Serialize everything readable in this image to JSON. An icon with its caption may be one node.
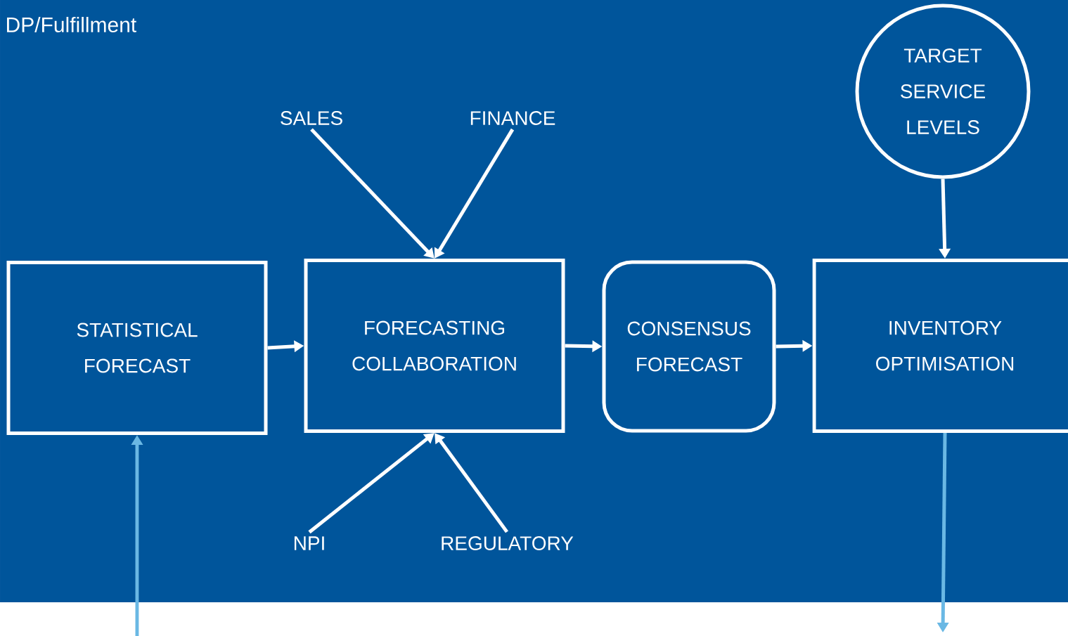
{
  "diagram": {
    "title": "DP/Fulfillment",
    "nodes": [
      {
        "text": [
          "STATISTICAL FORECAST"
        ]
      },
      {
        "text": [
          "FORECASTING COLLABORATION"
        ]
      },
      {
        "text": [
          "CONSENSUS FORECAST"
        ]
      },
      {
        "text": [
          "INVENTORY OPTIMISATION"
        ]
      },
      {
        "text": [
          "TARGET SERVICE LEVELS"
        ]
      },
      {
        "text": [
          "SALES"
        ]
      },
      {
        "text": [
          "FINANCE"
        ]
      },
      {
        "text": [
          "NPI"
        ]
      },
      {
        "text": [
          "REGULATORY"
        ]
      }
    ],
    "edges": [
      {
        "from": 0,
        "to": 1,
        "arrow": "to"
      },
      {
        "from": 1,
        "to": 2,
        "arrow": "to"
      },
      {
        "from": 2,
        "to": 3,
        "arrow": "to"
      },
      {
        "from": 4,
        "to": 3,
        "arrow": "to"
      },
      {
        "from": 5,
        "to": 1,
        "arrow": "to"
      },
      {
        "from": 6,
        "to": 1,
        "arrow": "to"
      },
      {
        "from": 7,
        "to": 1,
        "arrow": "to"
      },
      {
        "from": 8,
        "to": 1,
        "arrow": "to"
      },
      {
        "from": null,
        "to": 0,
        "arrow": "to",
        "color": "#6ab8e4"
      },
      {
        "from": 3,
        "to": null,
        "arrow": "to",
        "color": "#6ab8e4"
      }
    ]
  }
}
